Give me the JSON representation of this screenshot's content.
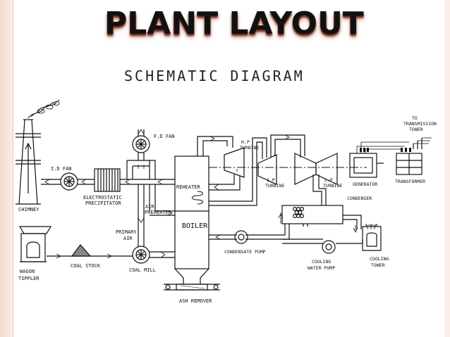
{
  "title": "PLANT LAYOUT",
  "subtitle": "SCHEMATIC DIAGRAM",
  "labels": {
    "chimney": "CHIMNEY",
    "id_fan": "I.D FAN",
    "esp_1": "ELECTROSTATIC",
    "esp_2": "PRECIPITATOR",
    "fd_fan": "F.D FAN",
    "reheater": "REHEATER",
    "air_1": "AIR",
    "air_2": "PREHEATER",
    "boiler": "BOILER",
    "primary_1": "PRIMARY",
    "primary_2": "AIR",
    "coal_mill": "COAL MILL",
    "coal_stock": "COAL STOCK",
    "wagon_1": "WAGON",
    "wagon_2": "TIPPLER",
    "ash_remover": "ASH REMOVER",
    "hp_1": "H.P",
    "hp_2": "TURBINE",
    "ip_1": "I.P",
    "ip_2": "TURBINE",
    "lp_1": "L.P",
    "lp_2": "TURBINE",
    "generator": "GENERATOR",
    "transformer": "TRANSFORMER",
    "to_1": "TO",
    "to_2": "TRANSMISSION",
    "to_3": "TOWER",
    "condenser": "CONDENSER",
    "condensate_pump": "CONDENSATE PUMP",
    "cw_1": "COOLING",
    "cw_2": "WATER PUMP",
    "ct_1": "COOLING",
    "ct_2": "TOWER"
  },
  "colors": {
    "title_shadow": "#6d2e22",
    "line": "#111111",
    "slide_edge": "#f3d8cf"
  }
}
